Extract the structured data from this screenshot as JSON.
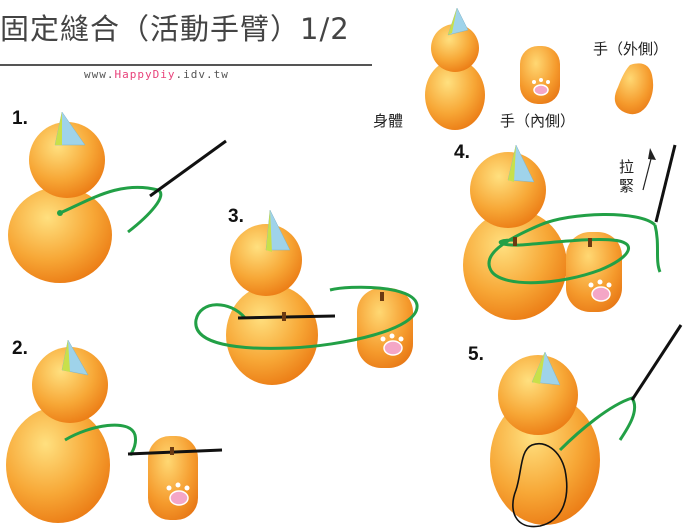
{
  "title": {
    "text": "固定縫合（活動手臂）1/2",
    "website_prefix": "www.",
    "website_brand": "HappyDiy",
    "website_suffix": ".idv.tw"
  },
  "legend": {
    "body": "身體",
    "hand_inner": "手（內側）",
    "hand_outer": "手（外側）"
  },
  "steps": [
    "1.",
    "2.",
    "3.",
    "4.",
    "5."
  ],
  "pull_label": "拉緊",
  "colors": {
    "body_light": "#ffd36b",
    "body_dark": "#ee7a12",
    "thread": "#22a046",
    "needle": "#111111",
    "hat_blue": "#9fd3ea",
    "hat_green": "#c8e04a",
    "paw": "#f4a6c6"
  }
}
